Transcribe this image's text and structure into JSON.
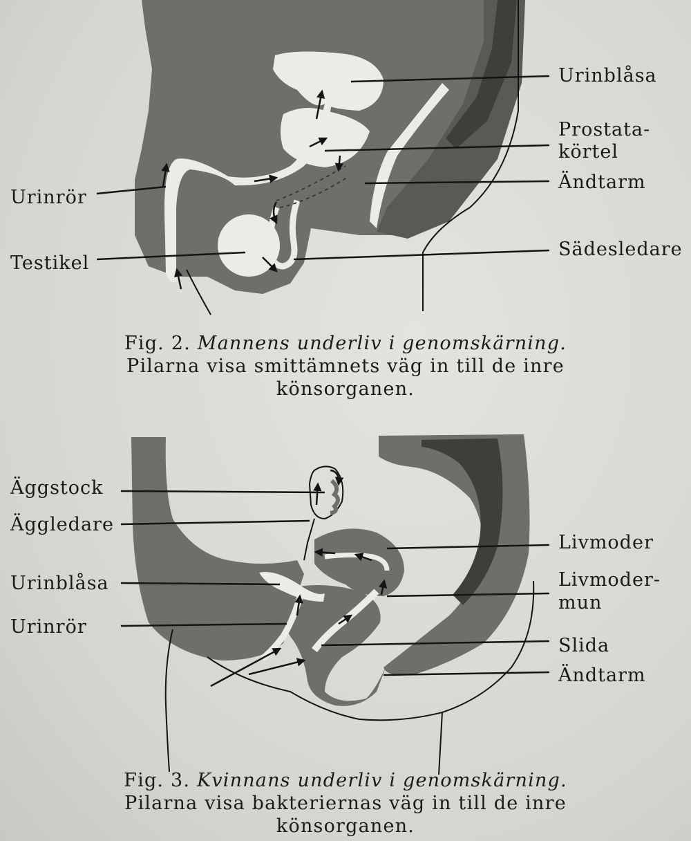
{
  "figures": [
    {
      "id": "fig2",
      "labels": {
        "urinblasa": "Urinblåsa",
        "prostata_1": "Prostata-",
        "prostata_2": "körtel",
        "andtarm": "Ändtarm",
        "urinror": "Urinrör",
        "testikel": "Testikel",
        "sadesledare": "Sädesledare"
      },
      "caption": {
        "prefix": "Fig. 2.",
        "title": "Mannens underliv i genomskärning.",
        "line2": "Pilarna visa smittämnets väg in till de inre",
        "line3": "könsorganen."
      }
    },
    {
      "id": "fig3",
      "labels": {
        "aggstock": "Äggstock",
        "aggledare": "Äggledare",
        "urinblasa": "Urinblåsa",
        "urinror": "Urinrör",
        "livmoder": "Livmoder",
        "livmodermun_1": "Livmoder-",
        "livmodermun_2": "mun",
        "slida": "Slida",
        "andtarm": "Ändtarm"
      },
      "caption": {
        "prefix": "Fig. 3.",
        "title": "Kvinnans underliv i genomskärning.",
        "line2": "Pilarna visa bakteriernas väg in till de inre",
        "line3": "könsorganen."
      }
    }
  ],
  "colors": {
    "tissue": "#6f6e6b",
    "tissue_dark": "#4d4c49",
    "cavity": "#ecebe6",
    "line": "#141414",
    "paper": "#dcdbd6"
  }
}
